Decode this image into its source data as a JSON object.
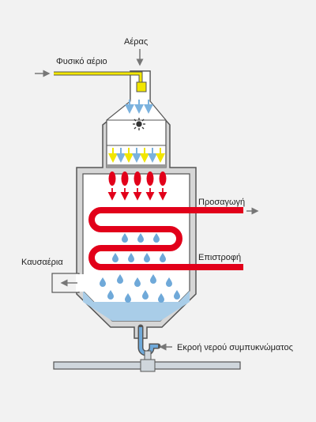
{
  "labels": {
    "air": "Αέρας",
    "natural_gas": "Φυσικό αέριο",
    "supply": "Προσαγωγή",
    "return": "Επιστροφή",
    "flue_gas": "Καυσαέρια",
    "condensate_drain": "Εκροή νερού συμπυκνώματος"
  },
  "colors": {
    "background": "#f2f2f2",
    "boiler_body": "#d6d6d6",
    "outline": "#555555",
    "gas_line": "#f2e600",
    "air_arrow": "#7bb2de",
    "flame": "#e2001a",
    "heating_coil": "#e2001a",
    "water_droplet": "#6fa9d9",
    "condensate": "#a9cde8",
    "arrow": "#777777"
  }
}
